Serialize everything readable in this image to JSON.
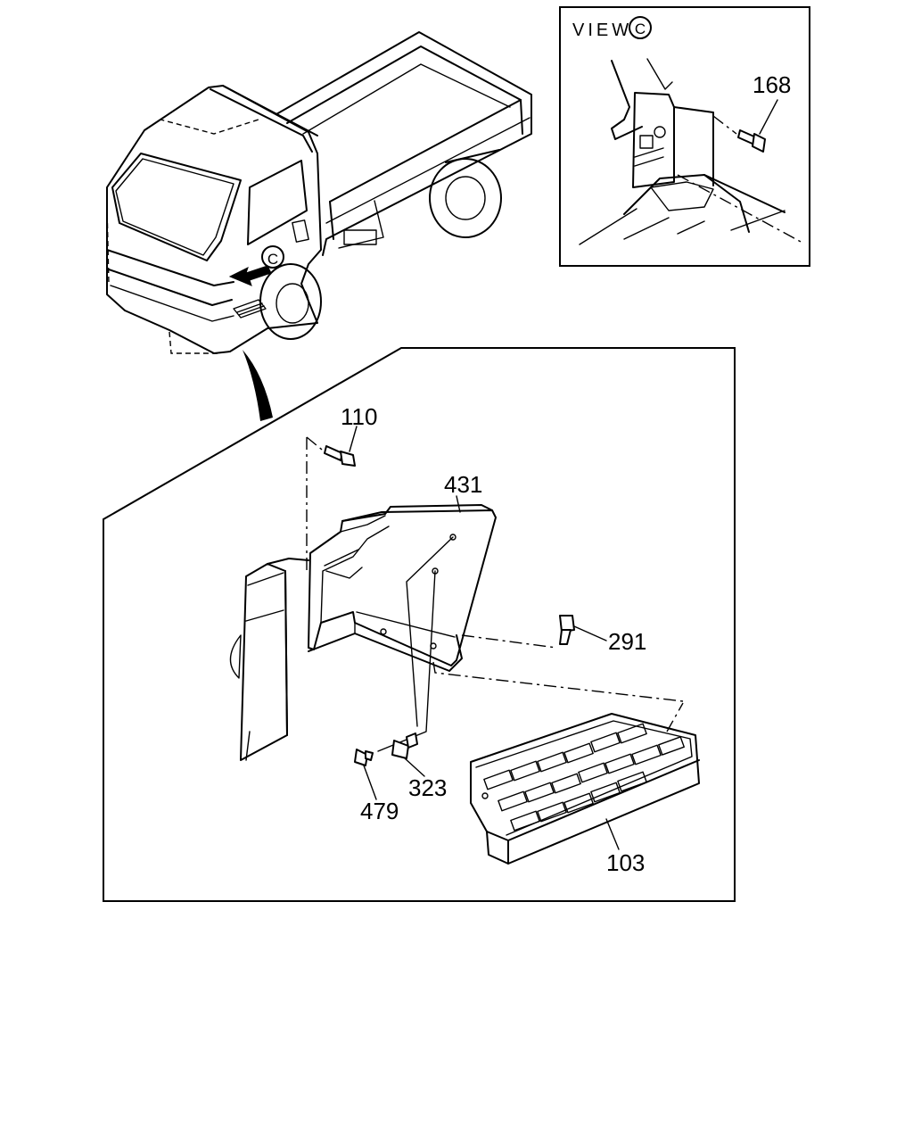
{
  "diagram": {
    "view_label": "VIEW",
    "view_marker": "C",
    "callout_marker": "C",
    "parts": {
      "p168": "168",
      "p110": "110",
      "p431": "431",
      "p291": "291",
      "p479": "479",
      "p323": "323",
      "p103": "103"
    }
  }
}
